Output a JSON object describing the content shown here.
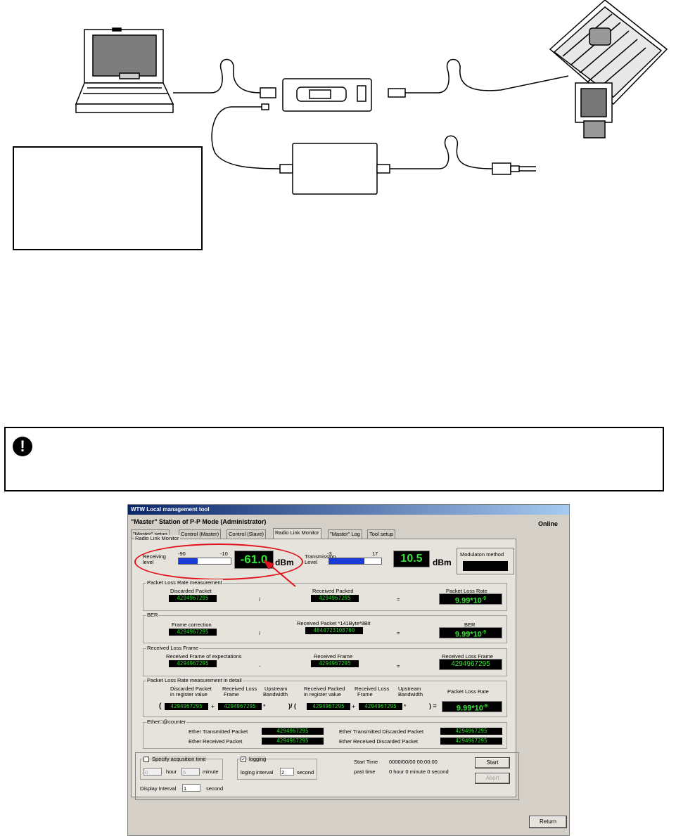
{
  "window": {
    "title": "WTW Local management tool",
    "station": "\"Master\" Station of P-P Mode (Administrator)",
    "status": "Online"
  },
  "tabs": [
    {
      "label": "\"Master\" setup"
    },
    {
      "label": "Control (Master)"
    },
    {
      "label": "Control (Slave)"
    },
    {
      "label": "Radio Link Monitor",
      "active": true
    },
    {
      "label": "\"Master\" Log"
    },
    {
      "label": "Tool setup"
    }
  ],
  "monitor": {
    "title": "Radio Link Monitor",
    "receiving": {
      "label1": "Receiving",
      "label2": "level",
      "min": "-90",
      "max": "-10",
      "value": "-61.0",
      "unit": "dBm",
      "level": 0.36
    },
    "transmission": {
      "label1": "Transmission",
      "label2": "Level",
      "min": "-3",
      "max": "17",
      "value": "10.5",
      "unit": "dBm",
      "level": 0.67
    },
    "modulation": {
      "label": "Modulaton method",
      "value": ""
    }
  },
  "packet_loss": {
    "title": "Packet Loss Rate measurement",
    "discarded_label": "Discarded Packet",
    "discarded_value": "4294967295",
    "received_label": "Received Packed",
    "received_value": "4294967295",
    "rate_label": "Packet Loss Rate",
    "rate_value": "9.99*10",
    "rate_exp": "-9",
    "div": "/",
    "eq": "="
  },
  "ber": {
    "title": "BER",
    "frame_label": "Frame correction",
    "frame_value": "4294967295",
    "packet_label": "Received Packet *141Byte*8Bit",
    "packet_value": "4844723108760",
    "ber_label": "BER",
    "ber_value": "9.99*10",
    "ber_exp": "-9",
    "div": "/",
    "eq": "="
  },
  "loss_frame": {
    "title": "Received Loss Frame",
    "expect_label": "Received Frame of expectations",
    "expect_value": "4294967295",
    "received_label": "Received Frame",
    "received_value": "4294967295",
    "loss_label": "Received Loss Frame",
    "loss_value": "4294967295",
    "minus": "-",
    "eq": "="
  },
  "detail": {
    "title": "Packet Loss Rate measurement in detail",
    "h1a": "Discarded Packet",
    "h1b": "in register value",
    "h2a": "Received Loss",
    "h2b": "Frame",
    "h3a": "Upstream",
    "h3b": "Bandwidth",
    "h4a": "Received Packed",
    "h4b": "in register value",
    "h5a": "Received Loss",
    "h5b": "Frame",
    "h6a": "Upstream",
    "h6b": "Bandwidth",
    "h7": "Packet Loss Rate",
    "v1": "4294967295",
    "v2": "4294967295",
    "v3": "4294967295",
    "v4": "4294967295",
    "rate_value": "9.99*10",
    "rate_exp": "-9",
    "open": "(",
    "plus": "+",
    "star": "*",
    "close_div": ")/ (",
    "close_eq": ") =",
    "plus2": "+",
    "star2": "*"
  },
  "ether": {
    "title": "Ether□@counter",
    "tx_label": "Ether Transmitted Packet",
    "tx_value": "4294967295",
    "rx_label": "Ether Received Packet",
    "rx_value": "4294967295",
    "txd_label": "Ether Transmitted Discarded Packet",
    "txd_value": "4294967295",
    "rxd_label": "Ether Received Discarded Packet",
    "rxd_value": "4294967295"
  },
  "controls": {
    "acq_label": "Specify acqusition time",
    "hour_value": "0",
    "hour_label": "hour",
    "minute_value": "5",
    "minute_label": "minute",
    "display_label": "Display Interval",
    "display_value": "1",
    "display_unit": "second",
    "logging_label": "logging",
    "logging_check": "✓",
    "log_interval_label": "loging interval",
    "log_interval_value": "2",
    "log_interval_unit": "second",
    "start_time_label": "Start Time",
    "start_time_value": "0000/00/00 00:00:00",
    "past_time_label": "past time",
    "past_time_value": "0 hour 0 minute 0 second",
    "start_button": "Start",
    "abort_button": "Abort",
    "return_button": "Return"
  },
  "caution": {
    "icon": "!"
  }
}
